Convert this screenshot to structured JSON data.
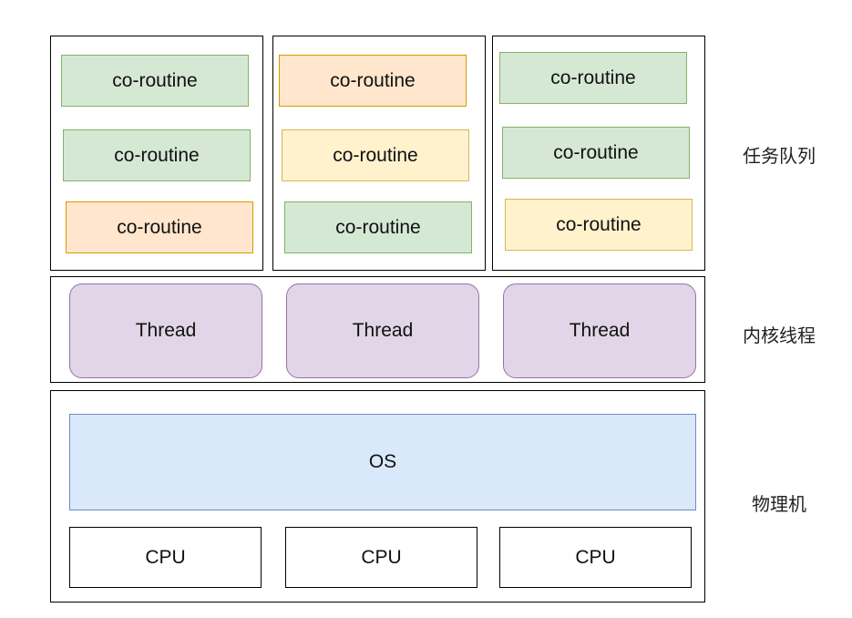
{
  "layers": {
    "task_queue": {
      "label": "任务队列"
    },
    "kernel_threads": {
      "label": "内核线程"
    },
    "physical_machine": {
      "label": "物理机"
    }
  },
  "queues": [
    {
      "items": [
        {
          "text": "co-routine",
          "color": "#d5e8d4"
        },
        {
          "text": "co-routine",
          "color": "#d5e8d4"
        },
        {
          "text": "co-routine",
          "color": "#ffe6cc"
        }
      ]
    },
    {
      "items": [
        {
          "text": "co-routine",
          "color": "#ffe6cc"
        },
        {
          "text": "co-routine",
          "color": "#fff2cc"
        },
        {
          "text": "co-routine",
          "color": "#d5e8d4"
        }
      ]
    },
    {
      "items": [
        {
          "text": "co-routine",
          "color": "#d5e8d4"
        },
        {
          "text": "co-routine",
          "color": "#d5e8d4"
        },
        {
          "text": "co-routine",
          "color": "#fff2cc"
        }
      ]
    }
  ],
  "threads": [
    {
      "text": "Thread"
    },
    {
      "text": "Thread"
    },
    {
      "text": "Thread"
    }
  ],
  "os": {
    "text": "OS"
  },
  "cpus": [
    {
      "text": "CPU"
    },
    {
      "text": "CPU"
    },
    {
      "text": "CPU"
    }
  ]
}
